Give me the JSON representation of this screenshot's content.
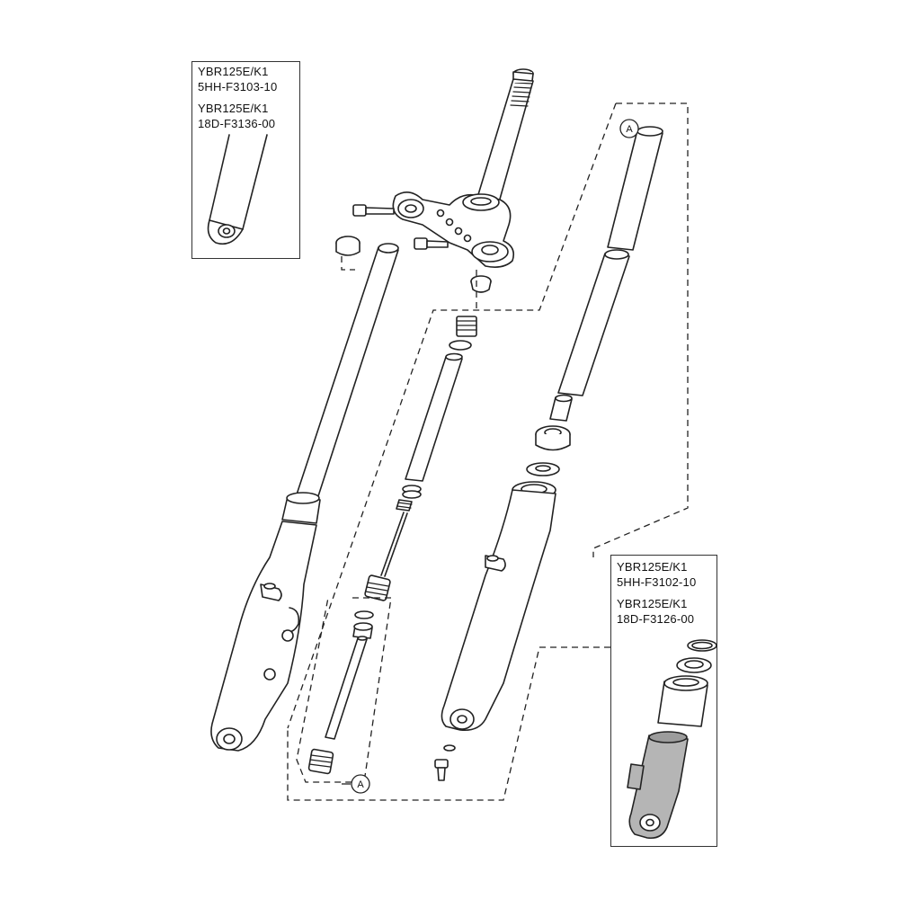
{
  "inset_top_left": {
    "lines": [
      {
        "model": "YBR125E/K1",
        "part": "5HH-F3103-10"
      },
      {
        "model": "YBR125E/K1",
        "part": "18D-F3136-00"
      }
    ]
  },
  "inset_bottom_right": {
    "lines": [
      {
        "model": "YBR125E/K1",
        "part": "5HH-F3102-10"
      },
      {
        "model": "YBR125E/K1",
        "part": "18D-F3126-00"
      }
    ]
  },
  "callouts": {
    "top": "A",
    "bottom": "A"
  },
  "colors": {
    "line": "#222222",
    "shade": "#b5b5b5",
    "fill": "#ffffff"
  }
}
